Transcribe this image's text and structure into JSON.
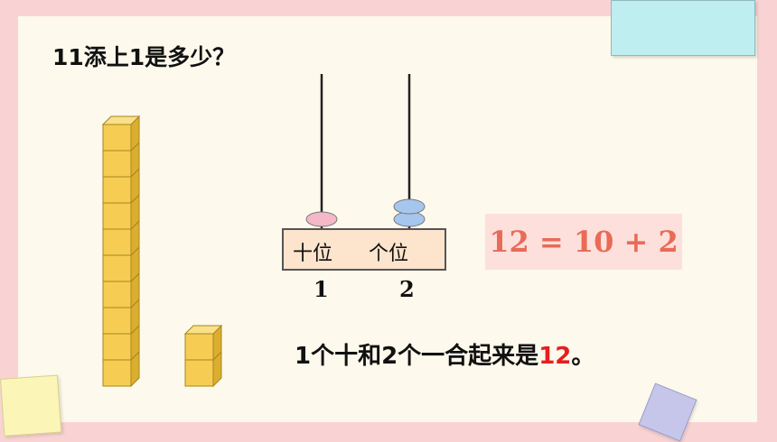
{
  "question": "11添上1是多少？",
  "abacus": {
    "tens_label": "十位",
    "ones_label": "个位",
    "tens_digit": "1",
    "ones_digit": "2",
    "tens_beads": 1,
    "ones_beads": 2,
    "tens_bead_color": "#f4b8c8",
    "ones_bead_color": "#a7c6ee"
  },
  "blocks": {
    "tall_stack_units": 10,
    "short_stack_units": 2,
    "block_color": "#f6cd52"
  },
  "equation": "12 = 10 + 2",
  "conclusion": {
    "prefix": "1个十和2个一合起来是",
    "highlight": "12",
    "suffix": "。"
  },
  "colors": {
    "background": "#f9d3d4",
    "slide": "#fdf9ec",
    "equation_text": "#e96b57",
    "highlight": "#e61e1e"
  }
}
